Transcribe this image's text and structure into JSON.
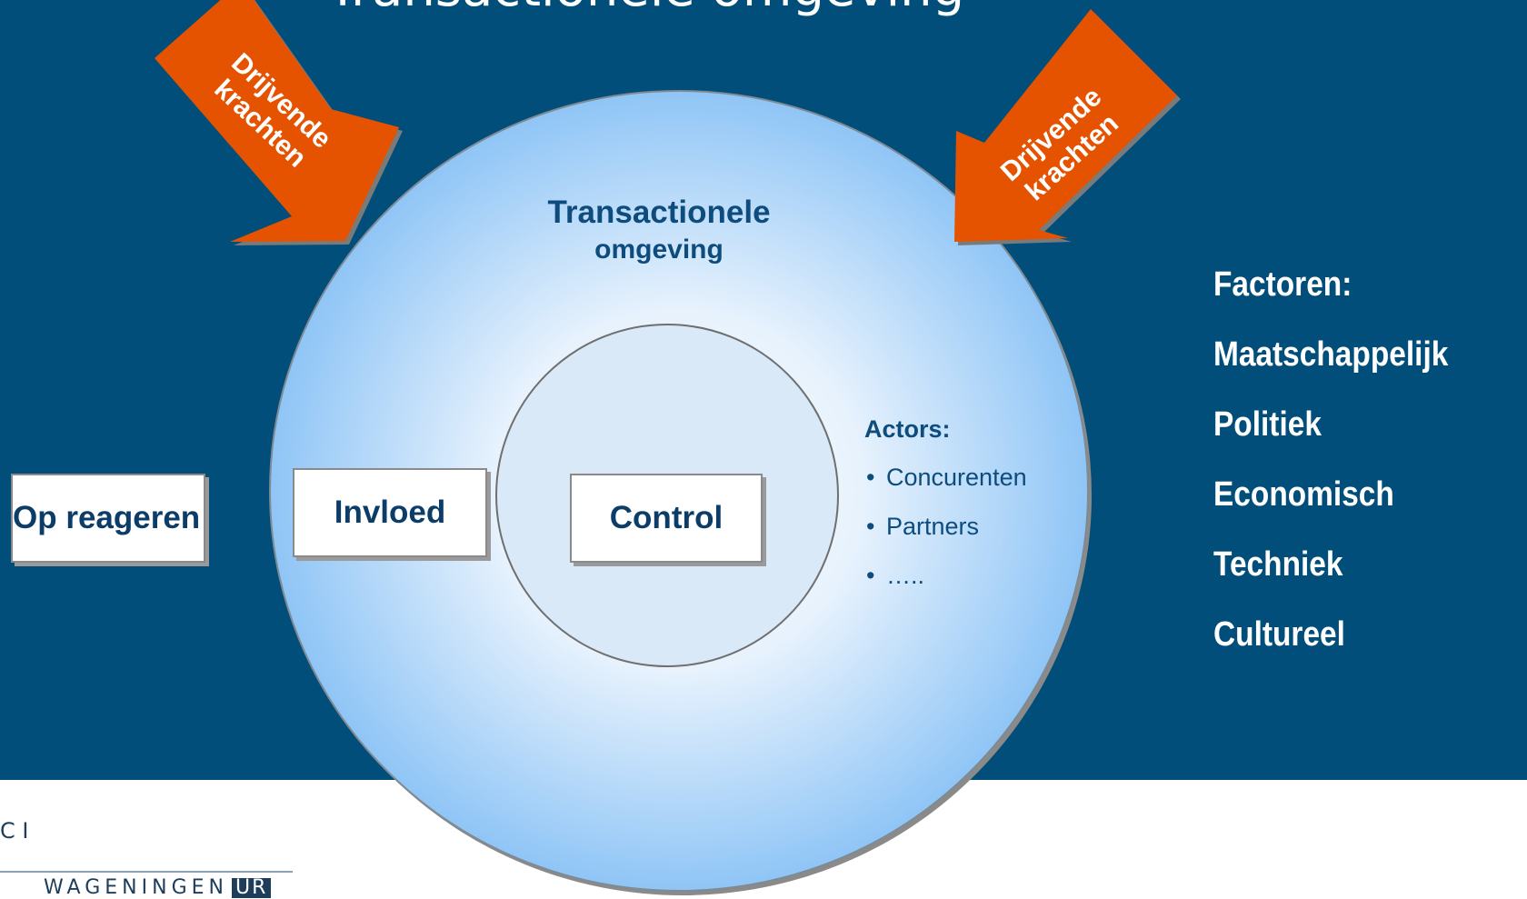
{
  "slide": {
    "title": "Transactionele omgeving"
  },
  "arrows": [
    {
      "line1": "Drijvende",
      "line2": "krachten"
    },
    {
      "line1": "Drijvende",
      "line2": "krachten"
    }
  ],
  "diagram": {
    "outer_label_line1": "Transactionele",
    "outer_label_line2": "omgeving",
    "inner_box": "Control",
    "middle_box": "Invloed",
    "outside_box": "Op reageren",
    "actors": {
      "title": "Actors:",
      "items": [
        "Concurenten",
        "Partners",
        "….."
      ]
    }
  },
  "factors": {
    "title": "Factoren:",
    "items": [
      "Maatschappelijk",
      "Politiek",
      "Economisch",
      "Techniek",
      "Cultureel"
    ]
  },
  "logo": {
    "top_text": "C I",
    "name": "WAGENINGEN",
    "ur": "UR"
  },
  "colors": {
    "background": "#024e7a",
    "arrow": "#e55300",
    "text_dark": "#0d4c7c",
    "circle_outer": "#9fcdf7",
    "circle_inner": "#d9e9f8"
  }
}
